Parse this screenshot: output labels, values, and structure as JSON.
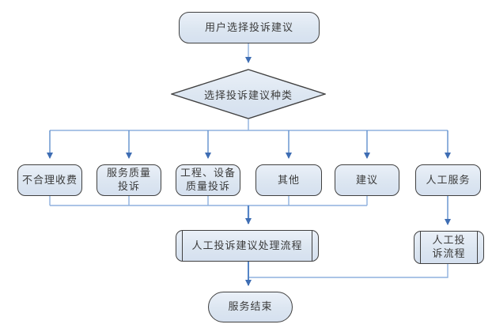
{
  "diagram": {
    "type": "flowchart",
    "colors": {
      "background": "#ffffff",
      "node_fill": "#dce6f1",
      "node_border": "#404040",
      "text": "#3b3b3b",
      "line_light": "#8fb1de",
      "line_medium": "#6090cc",
      "line_bold": "#5585c7",
      "arrowhead": "#3e6db3"
    },
    "nodes": {
      "start": {
        "shape": "terminator",
        "label": "用户选择投诉建议"
      },
      "decision": {
        "shape": "diamond",
        "label": "选择投诉建议种类"
      },
      "branch_unreasonable_fee": {
        "shape": "rounded-rect",
        "label": "不合理收费"
      },
      "branch_service_quality": {
        "shape": "rounded-rect",
        "label": "服务质量\n投诉"
      },
      "branch_engineering_equipment": {
        "shape": "rounded-rect",
        "label": "工程、设备\n质量投诉"
      },
      "branch_other": {
        "shape": "rounded-rect",
        "label": "其他"
      },
      "branch_suggestion": {
        "shape": "rounded-rect",
        "label": "建议"
      },
      "branch_manual_service": {
        "shape": "rounded-rect",
        "label": "人工服务"
      },
      "process_manual_handling": {
        "shape": "predefined-process",
        "label": "人工投诉建议处理流程"
      },
      "process_manual_complaint": {
        "shape": "predefined-process",
        "label": "人工投\n诉流程"
      },
      "end": {
        "shape": "terminator",
        "label": "服务结束"
      }
    },
    "edges": [
      {
        "from": "start",
        "to": "decision"
      },
      {
        "from": "decision",
        "to": "branch_unreasonable_fee"
      },
      {
        "from": "decision",
        "to": "branch_service_quality"
      },
      {
        "from": "decision",
        "to": "branch_engineering_equipment"
      },
      {
        "from": "decision",
        "to": "branch_other"
      },
      {
        "from": "decision",
        "to": "branch_suggestion"
      },
      {
        "from": "decision",
        "to": "branch_manual_service"
      },
      {
        "from": "branch_unreasonable_fee",
        "to": "process_manual_handling"
      },
      {
        "from": "branch_service_quality",
        "to": "process_manual_handling"
      },
      {
        "from": "branch_engineering_equipment",
        "to": "process_manual_handling"
      },
      {
        "from": "branch_other",
        "to": "process_manual_handling"
      },
      {
        "from": "branch_suggestion",
        "to": "process_manual_handling"
      },
      {
        "from": "branch_manual_service",
        "to": "process_manual_complaint"
      },
      {
        "from": "process_manual_handling",
        "to": "end"
      },
      {
        "from": "process_manual_complaint",
        "to": "end"
      }
    ]
  }
}
